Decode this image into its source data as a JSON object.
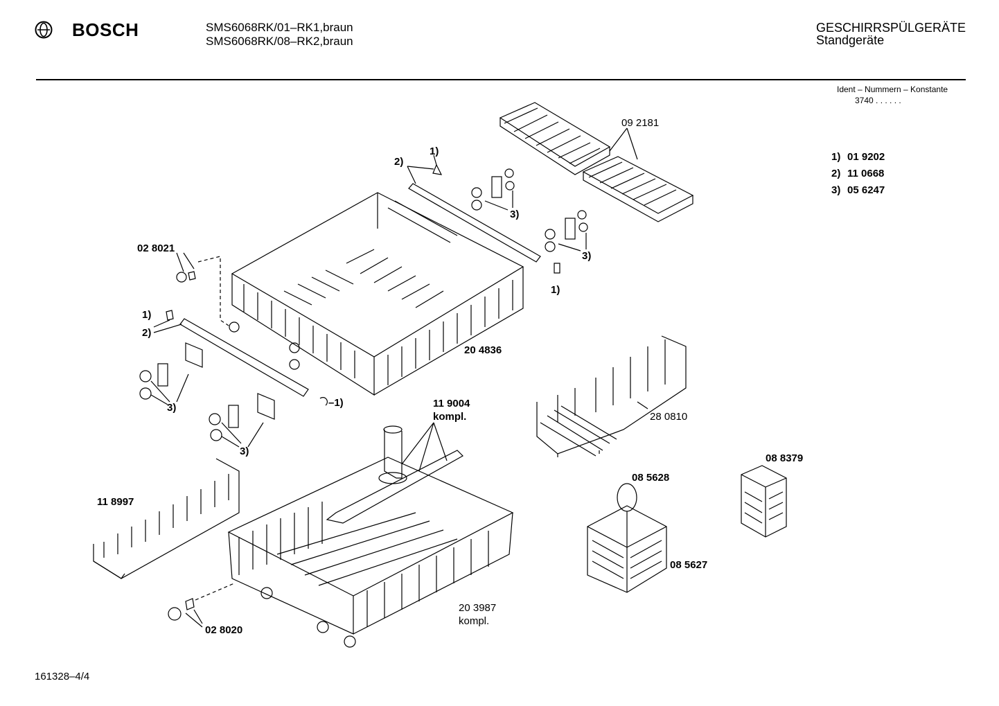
{
  "header": {
    "brand": "BOSCH",
    "logo_icon": "bosch-armature-logo",
    "models": [
      "SMS6068RK/01–RK1,braun",
      "SMS6068RK/08–RK2,braun"
    ],
    "category": "GESCHIRRSPÜLGERÄTE",
    "subcategory": "Standgeräte"
  },
  "ident": {
    "label": "Ident – Nummern – Konstante",
    "value": "3740 . . . . . ."
  },
  "refs": [
    {
      "key": "1)",
      "code": "01 9202"
    },
    {
      "key": "2)",
      "code": "11 0668"
    },
    {
      "key": "3)",
      "code": "05 6247"
    }
  ],
  "labels": {
    "upper_rack_grid": "09 2181",
    "upper_basket": "20 4836",
    "wheel_upper": "02 8021",
    "spray_arm": "11 9004",
    "spray_arm_kompl": "kompl.",
    "plate_insert": "28 0810",
    "cutlery_small": "08 8379",
    "cutlery_handle": "08 5628",
    "cutlery_basket": "08 5627",
    "lower_insert": "11 8997",
    "lower_basket": "20 3987",
    "lower_basket_kompl": "kompl.",
    "wheel_lower": "02 8020",
    "callout_1": "1)",
    "callout_2": "2)",
    "callout_3": "3)",
    "callout_d1": "–1)"
  },
  "footer": {
    "doc_number": "161328–4/4"
  }
}
